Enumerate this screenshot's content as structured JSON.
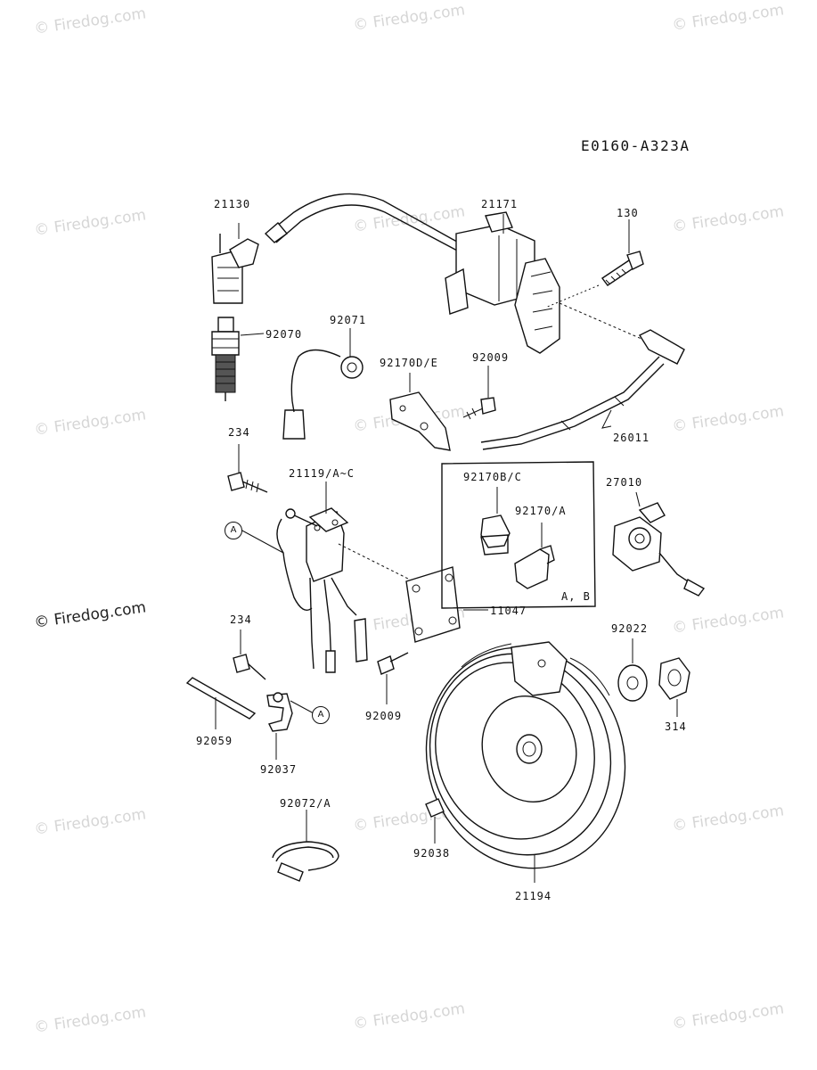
{
  "diagram_code": "E0160-A323A",
  "watermark": "© Firedog.com",
  "parts": {
    "p21130": "21130",
    "p21171": "21171",
    "p130": "130",
    "p92070": "92070",
    "p92071": "92071",
    "p92170de": "92170D/E",
    "p92009a": "92009",
    "p26011": "26011",
    "p234a": "234",
    "p21119": "21119/A~C",
    "p92170bc": "92170B/C",
    "p92170a": "92170/A",
    "p27010": "27010",
    "p11047": "11047",
    "pab": "A, B",
    "p234b": "234",
    "p92022": "92022",
    "p92009b": "92009",
    "p314": "314",
    "p92059": "92059",
    "p92037": "92037",
    "p92072": "92072/A",
    "p92038": "92038",
    "p21194": "21194"
  },
  "callouts": {
    "a1": "A",
    "a2": "A"
  }
}
